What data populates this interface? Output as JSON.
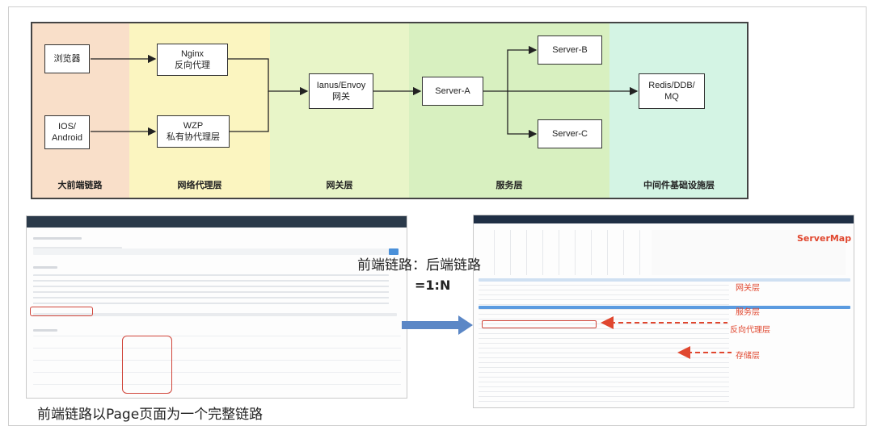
{
  "layers": [
    {
      "label": "大前端链路",
      "color": "#f9dfc9"
    },
    {
      "label": "网络代理层",
      "color": "#fbf5c0"
    },
    {
      "label": "网关层",
      "color": "#e8f5c8"
    },
    {
      "label": "服务层",
      "color": "#d8f0c0"
    },
    {
      "label": "中间件基础设施层",
      "color": "#d4f4e4"
    }
  ],
  "nodes": {
    "browser": "浏览器",
    "ios": "IOS/\nAndroid",
    "nginx": "Nginx\n反向代理",
    "wzp": "WZP\n私有协代理层",
    "gateway": "Ianus/Envoy\n网关",
    "server_a": "Server-A",
    "server_b": "Server-B",
    "server_c": "Server-C",
    "storage": "Redis/DDB/\nMQ"
  },
  "captions": {
    "front_back": "前端链路：后端链路",
    "ratio": "=1:N",
    "bottom": "前端链路以Page页面为一个完整链路",
    "servermap": "ServerMap",
    "gateway_layer": "网关层",
    "service_layer": "服务层",
    "reverse_proxy_layer": "反向代理层",
    "storage_layer": "存储层"
  },
  "colors": {
    "accent_red": "#e0472f",
    "arrow_blue": "#5b87c6"
  }
}
